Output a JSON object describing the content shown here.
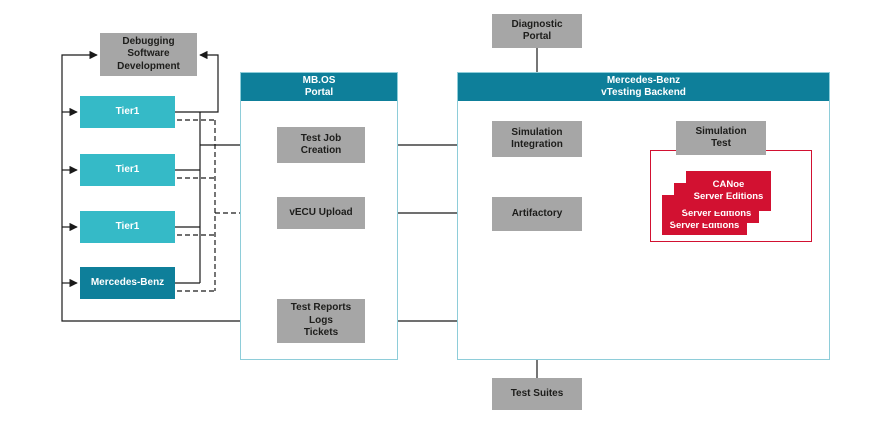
{
  "colors": {
    "teal": "#0e7f9a",
    "light_teal": "#35bac7",
    "gray": "#a6a6a6",
    "red": "#d21131",
    "container_border": "#8ecdd9",
    "arrow": "#1a1a1a"
  },
  "nodes": {
    "debugging": {
      "label": "Debugging\nSoftware\nDevelopment"
    },
    "tier1_1": {
      "label": "Tier1"
    },
    "tier1_2": {
      "label": "Tier1"
    },
    "tier1_3": {
      "label": "Tier1"
    },
    "mercedes": {
      "label": "Mercedes-Benz"
    },
    "diagnostic_portal": {
      "label": "Diagnostic\nPortal"
    },
    "test_suites": {
      "label": "Test Suites"
    }
  },
  "mbos_portal": {
    "title": "MB.OS\nPortal",
    "test_job_creation": {
      "label": "Test Job\nCreation"
    },
    "vecu_upload": {
      "label": "vECU Upload"
    },
    "test_reports": {
      "label": "Test Reports\nLogs\nTickets"
    }
  },
  "vtesting_backend": {
    "title": "Mercedes-Benz\nvTesting Backend",
    "simulation_integration": {
      "label": "Simulation\nIntegration"
    },
    "artifactory": {
      "label": "Artifactory"
    },
    "simulation_test": {
      "label": "Simulation\nTest"
    },
    "canoe_front": {
      "label": "CANoe\nServer Editions"
    },
    "canoe_middle": {
      "label": "Server Editions"
    },
    "canoe_back": {
      "label": "Server Editions"
    }
  }
}
